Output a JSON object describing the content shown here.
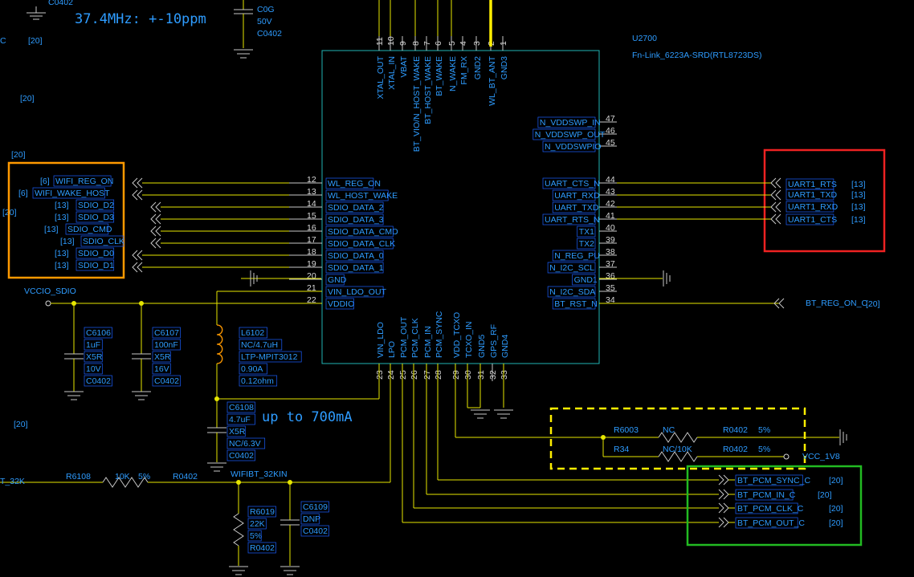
{
  "chip": {
    "ref": "U2700",
    "part": "Fn-Link_6223A-SRD(RTL8723DS)",
    "top_pins": [
      {
        "num": "11",
        "name": "XTAL_OUT"
      },
      {
        "num": "10",
        "name": "XTAL_IN"
      },
      {
        "num": "9",
        "name": "VBAT"
      },
      {
        "num": "8",
        "name": "BT_VIO/N_HOST_WAKE"
      },
      {
        "num": "7",
        "name": "BT_HOST_WAKE"
      },
      {
        "num": "6",
        "name": "BT_WAKE"
      },
      {
        "num": "5",
        "name": "N_WAKE"
      },
      {
        "num": "4",
        "name": "FM_RX"
      },
      {
        "num": "3",
        "name": "GND2"
      },
      {
        "num": "2",
        "name": "WL_BT_ANT"
      },
      {
        "num": "1",
        "name": "GND3"
      }
    ],
    "left_pins": [
      {
        "num": "12",
        "name": "WL_REG_ON"
      },
      {
        "num": "13",
        "name": "WL_HOST_WAKE"
      },
      {
        "num": "14",
        "name": "SDIO_DATA_2"
      },
      {
        "num": "15",
        "name": "SDIO_DATA_3"
      },
      {
        "num": "16",
        "name": "SDIO_DATA_CMD"
      },
      {
        "num": "17",
        "name": "SDIO_DATA_CLK"
      },
      {
        "num": "18",
        "name": "SDIO_DATA_0"
      },
      {
        "num": "19",
        "name": "SDIO_DATA_1"
      },
      {
        "num": "20",
        "name": "GND"
      },
      {
        "num": "21",
        "name": "VIN_LDO_OUT"
      },
      {
        "num": "22",
        "name": "VDDIO"
      }
    ],
    "right_pins_top": [
      {
        "num": "47",
        "name": "N_VDDSWP_IN"
      },
      {
        "num": "46",
        "name": "N_VDDSWP_OUT"
      },
      {
        "num": "45",
        "name": "N_VDDSWPIO"
      }
    ],
    "right_pins": [
      {
        "num": "44",
        "name": "UART_CTS_N"
      },
      {
        "num": "43",
        "name": "UART_RXD"
      },
      {
        "num": "42",
        "name": "UART_TXD"
      },
      {
        "num": "41",
        "name": "UART_RTS_N"
      },
      {
        "num": "40",
        "name": "TX1"
      },
      {
        "num": "39",
        "name": "TX2"
      },
      {
        "num": "38",
        "name": "N_REG_PU"
      },
      {
        "num": "37",
        "name": "N_I2C_SCL"
      },
      {
        "num": "36",
        "name": "GND1"
      },
      {
        "num": "35",
        "name": "N_I2C_SDA"
      },
      {
        "num": "34",
        "name": "BT_RST_N"
      }
    ],
    "bottom_pins": [
      {
        "num": "23",
        "name": "VIN_LDO"
      },
      {
        "num": "24",
        "name": "LPO"
      },
      {
        "num": "25",
        "name": "PCM_OUT"
      },
      {
        "num": "26",
        "name": "PCM_CLK"
      },
      {
        "num": "27",
        "name": "PCM_IN"
      },
      {
        "num": "28",
        "name": "PCM_SYNC"
      },
      {
        "num": "29",
        "name": "VDD_TCXO"
      },
      {
        "num": "30",
        "name": "TCXO_IN"
      },
      {
        "num": "31",
        "name": "GND5"
      },
      {
        "num": "32",
        "name": "GPS_RF"
      },
      {
        "num": "33",
        "name": "GND4"
      }
    ]
  },
  "sdio_nets": [
    {
      "ref": "[6]",
      "name": "WIFI_REG_ON"
    },
    {
      "ref": "[6]",
      "name": "WIFI_WAKE_HOST"
    },
    {
      "ref": "[13]",
      "name": "SDIO_D2"
    },
    {
      "ref": "[13]",
      "name": "SDIO_D3"
    },
    {
      "ref": "[13]",
      "name": "SDIO_CMD"
    },
    {
      "ref": "[13]",
      "name": "SDIO_CLK"
    },
    {
      "ref": "[13]",
      "name": "SDIO_D0"
    },
    {
      "ref": "[13]",
      "name": "SDIO_D1"
    }
  ],
  "uart_nets": [
    {
      "name": "UART1_RTS",
      "ref": "[13]"
    },
    {
      "name": "UART1_TXD",
      "ref": "[13]"
    },
    {
      "name": "UART1_RXD",
      "ref": "[13]"
    },
    {
      "name": "UART1_CTS",
      "ref": "[13]"
    }
  ],
  "pcm_nets": [
    {
      "name": "BT_PCM_SYNC_C",
      "ref": "[20]"
    },
    {
      "name": "BT_PCM_IN_C",
      "ref": "[20]"
    },
    {
      "name": "BT_PCM_CLK_C",
      "ref": "[20]"
    },
    {
      "name": "BT_PCM_OUT_C",
      "ref": "[20]"
    }
  ],
  "bt_reg_on": {
    "name": "BT_REG_ON_C",
    "ref": "[20]"
  },
  "notes": {
    "xtal": "37.4MHz: +-10ppm",
    "current": "up to 700mA"
  },
  "top_cap": [
    "C0G",
    "50V",
    "C0402"
  ],
  "top_left_ref": "C0402",
  "page_refs": [
    "[20]",
    "[20]",
    "[20]",
    "[20]",
    "[20]"
  ],
  "vccio_label": "VCCIO_SDIO",
  "c6106": [
    "C6106",
    "1uF",
    "X5R",
    "10V",
    "C0402"
  ],
  "c6107": [
    "C6107",
    "100nF",
    "X5R",
    "16V",
    "C0402"
  ],
  "l6102": [
    "L6102",
    "NC/4.7uH",
    "LTP-MPIT3012",
    "0.90A",
    "0.12ohm"
  ],
  "c6108": [
    "C6108",
    "4.7uF",
    "X5R",
    "NC/6.3V",
    "C0402"
  ],
  "r6108": {
    "ref": "R6108",
    "value": "10K",
    "tol": "5%",
    "pkg": "R0402",
    "left_net": "T_32K",
    "net": "WIFIBT_32KIN"
  },
  "r6019": [
    "R6019",
    "22K",
    "5%",
    "R0402"
  ],
  "c6109": [
    "C6109",
    "DNP",
    "C0402"
  ],
  "r6003": {
    "ref": "R6003",
    "value": "NC",
    "pkg": "R0402",
    "tol": "5%"
  },
  "r34": {
    "ref": "R34",
    "value": "NC/10K",
    "pkg": "R0402",
    "tol": "5%"
  },
  "vcc_1v8": "VCC_1V8",
  "letter_c": "C",
  "side_ref": "[20]",
  "colors": {
    "wire": "#e6e600",
    "body": "#1fb5b5",
    "text": "#2e9cff",
    "pin": "#d8d8d8",
    "sdio_box": "#ff9900",
    "uart_box": "#ee2222",
    "pcm_box": "#22bb22",
    "nc_box": "#ffee00"
  }
}
